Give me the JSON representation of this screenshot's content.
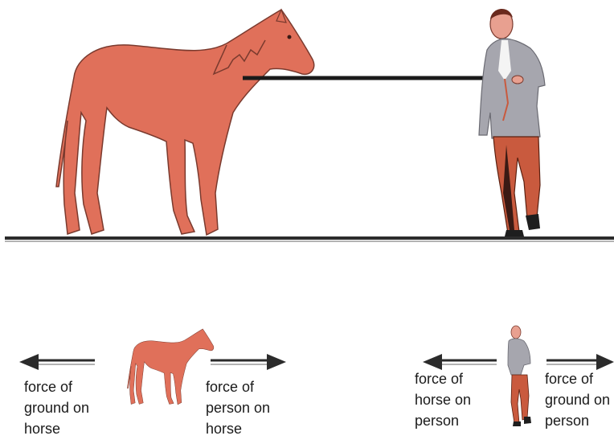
{
  "colors": {
    "horse": "#e0705a",
    "horse_outline": "#7a3a2e",
    "rope": "#1a1a1a",
    "ground": "#2b2b2b",
    "arrow": "#2b2b2b",
    "jacket": "#a6a6ae",
    "trousers": "#c95a3e",
    "text": "#1a1a1a"
  },
  "horse_labels": {
    "left": [
      "force of",
      "ground on",
      "horse"
    ],
    "right": [
      "force of",
      "person on",
      "horse"
    ]
  },
  "person_labels": {
    "left": [
      "force of",
      "horse on",
      "person"
    ],
    "right": [
      "force of",
      "ground on",
      "person"
    ]
  }
}
